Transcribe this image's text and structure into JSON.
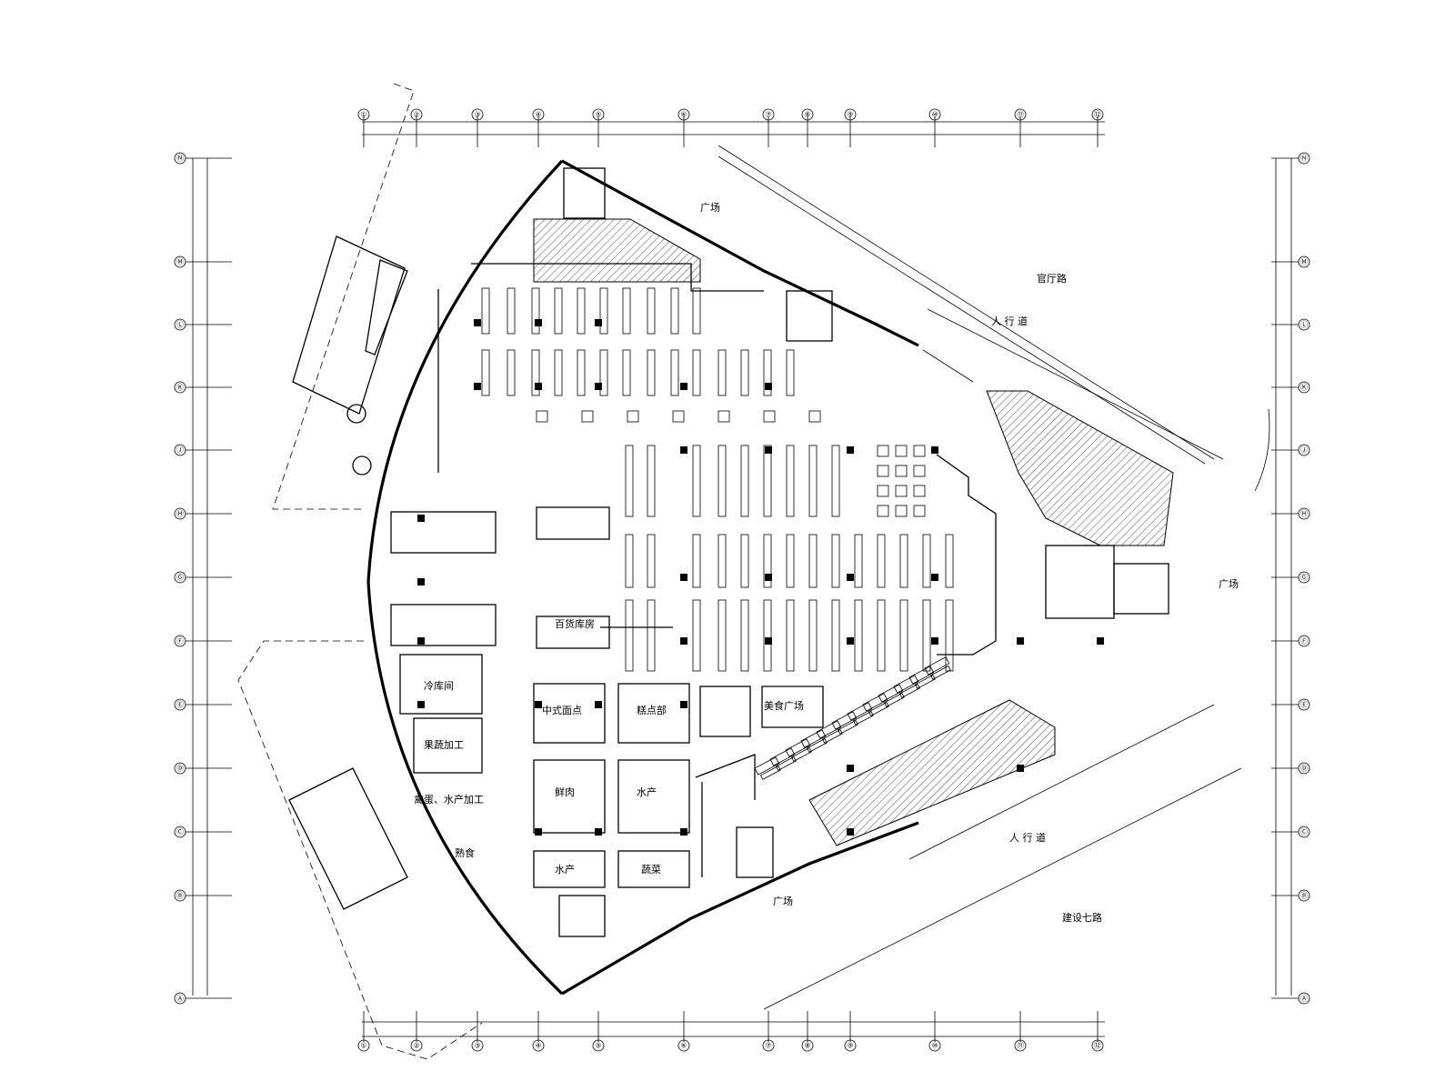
{
  "grid": {
    "cols": [
      "①",
      "②",
      "③",
      "④",
      "⑤",
      "⑥",
      "⑦",
      "⑧",
      "⑨",
      "⑩",
      "⑪",
      "⑫"
    ],
    "rows": [
      "Ⓝ",
      "Ⓜ",
      "Ⓛ",
      "Ⓚ",
      "Ⓙ",
      "Ⓗ",
      "Ⓖ",
      "Ⓕ",
      "Ⓔ",
      "Ⓓ",
      "Ⓒ",
      "Ⓑ",
      "Ⓐ"
    ]
  },
  "labels": {
    "plaza_top": "广场",
    "plaza_right": "广场",
    "plaza_bottom": "广场",
    "road_top": "官厅路",
    "road_bottom": "建设七路",
    "walkway_top": "人 行 道",
    "walkway_bottom": "人 行 道",
    "warehouse": "百货库房",
    "deli": "中式面点",
    "bakery": "糕点部",
    "meat": "鲜肉",
    "aquatic": "水产",
    "water": "水产",
    "fresh_veg": "蔬菜",
    "cooked": "熟食",
    "seafood_process": "禽蛋、水产加工",
    "fresh_process": "果蔬加工",
    "stall": "美食广场",
    "deli_room": "冷库间"
  }
}
